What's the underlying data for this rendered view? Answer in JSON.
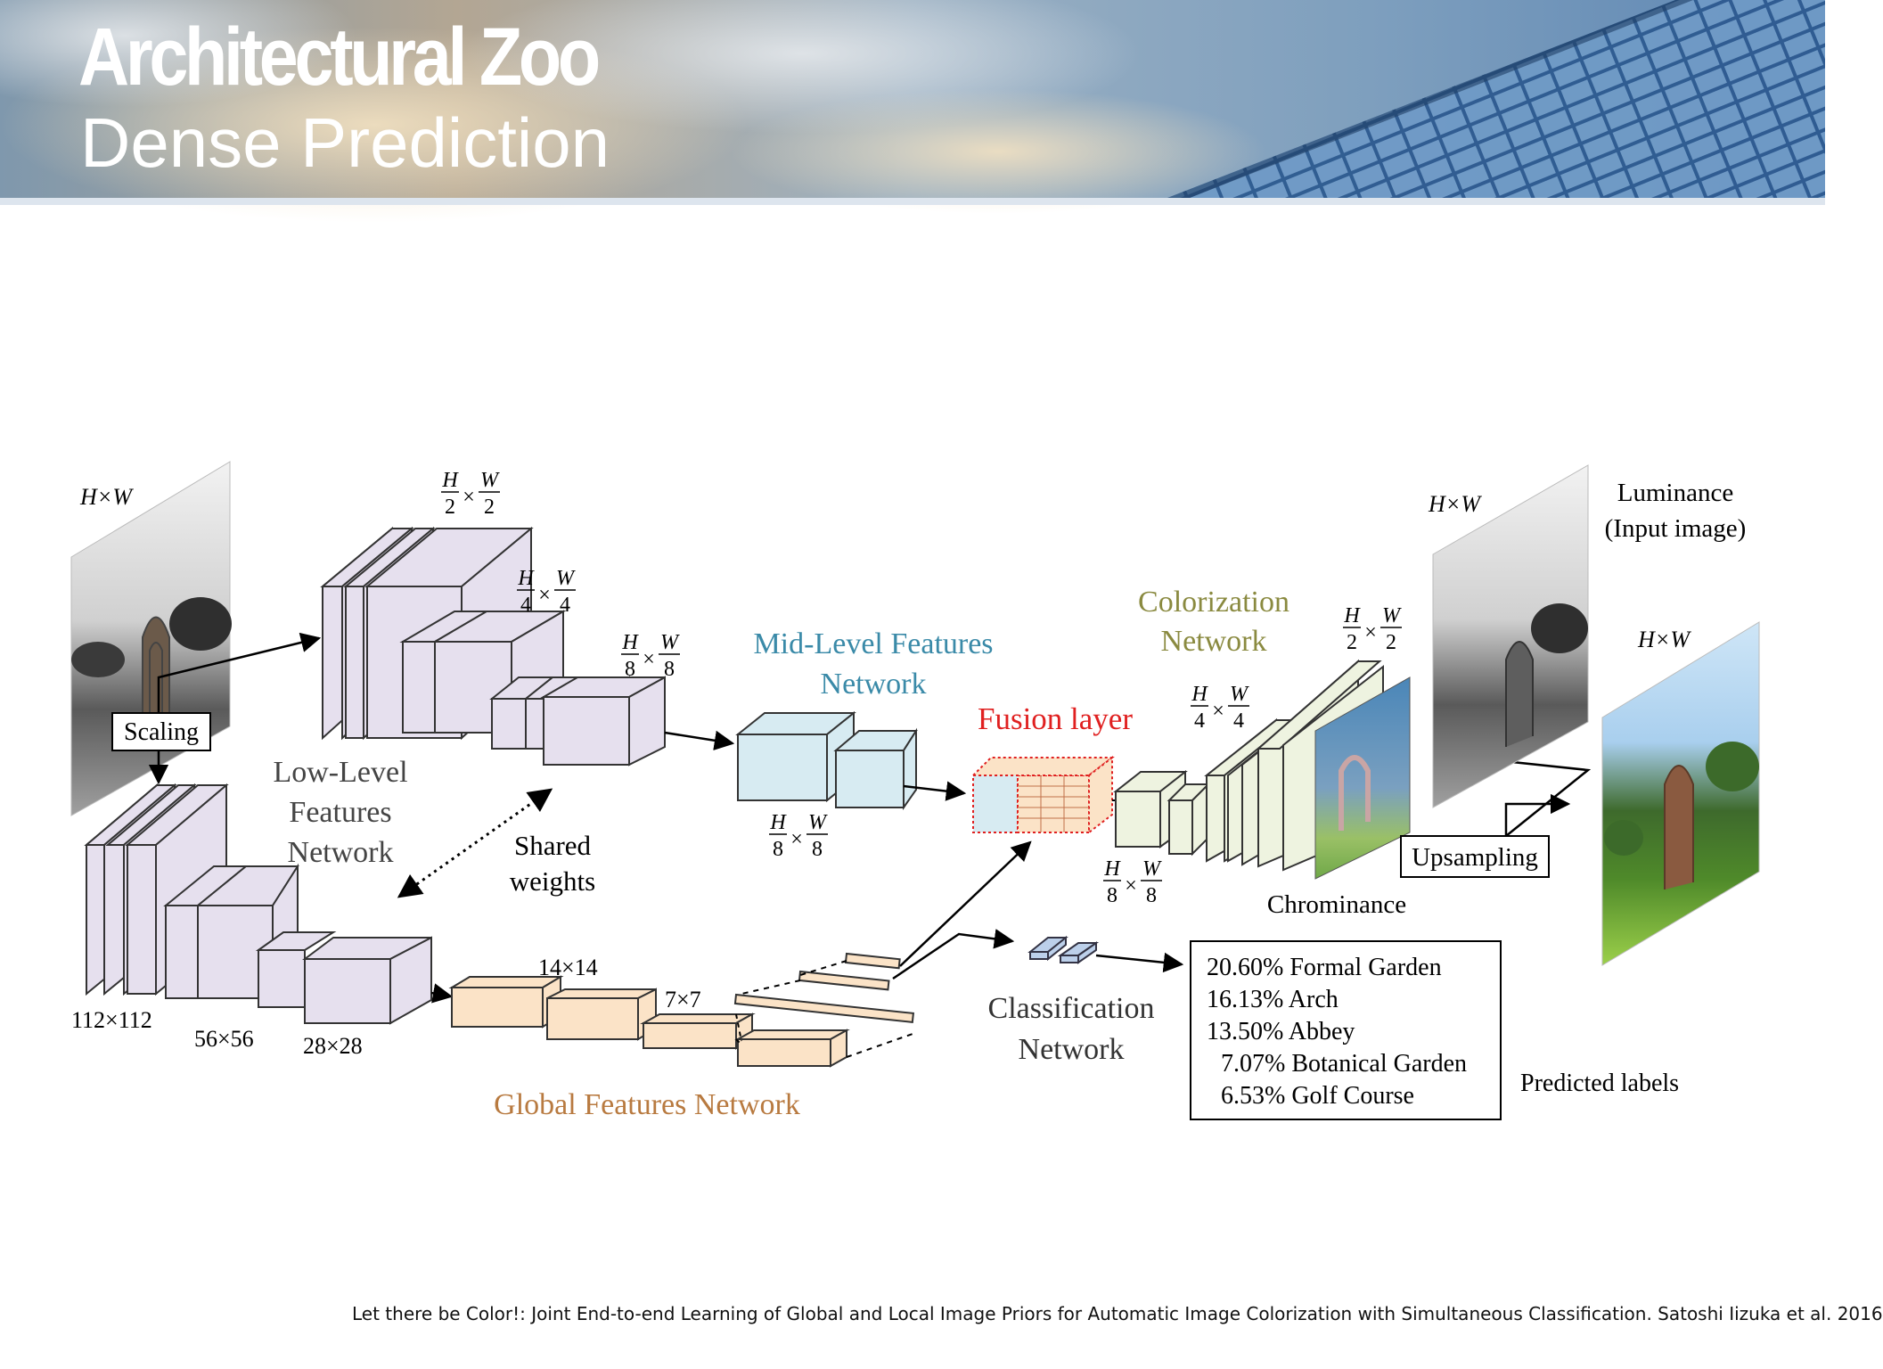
{
  "slide": {
    "title": "Architectural Zoo",
    "subtitle": "Dense Prediction",
    "citation": "Let there be Color!: Joint End-to-end Learning of Global and Local Image Priors for Automatic Image Colorization with Simultaneous Classification. Satoshi Iizuka et al. 2016"
  },
  "diagram": {
    "input_size": "H×W",
    "scaling_label": "Scaling",
    "low_level_label": [
      "Low-Level",
      "Features",
      "Network"
    ],
    "shared_weights_label": [
      "Shared",
      "weights"
    ],
    "mid_level_label": [
      "Mid-Level Features",
      "Network"
    ],
    "fusion_label": "Fusion layer",
    "colorization_label": [
      "Colorization",
      "Network"
    ],
    "global_label": "Global Features Network",
    "classification_label": [
      "Classification",
      "Network"
    ],
    "chrominance_label": "Chrominance",
    "upsampling_label": "Upsampling",
    "luminance_label": [
      "Luminance",
      "(Input image)"
    ],
    "predicted_labels_title": "Predicted labels",
    "predictions": [
      "20.60% Formal Garden",
      "16.13% Arch",
      "13.50% Abbey",
      "7.07% Botanical Garden",
      "6.53% Golf Course"
    ],
    "sizes": {
      "s112": "112×112",
      "s56": "56×56",
      "s28": "28×28",
      "s14": "14×14",
      "s7": "7×7"
    },
    "fractions": {
      "H": "H",
      "W": "W",
      "half": "2",
      "quarter": "4",
      "eighth": "8",
      "times": "×"
    }
  },
  "colors": {
    "low_level_block": "#e6e0ee",
    "mid_level_block": "#d7ebf2",
    "global_block": "#fbe3c7",
    "colorization_block": "#eef3e0",
    "fusion_red": "#e02020",
    "mid_level_text": "#3a8aa8",
    "colorization_text": "#8a8a40",
    "global_text": "#b87a40"
  }
}
